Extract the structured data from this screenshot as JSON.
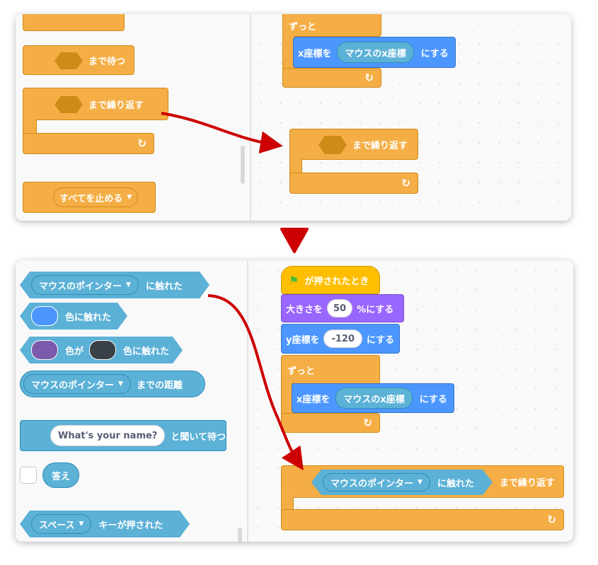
{
  "top_panel": {
    "palette": {
      "wait_until_label": "まで待つ",
      "repeat_until_label": "まで繰り返す",
      "stop_dropdown": "すべてを止める"
    },
    "script": {
      "forever_label": "ずっと",
      "set_x_label": "x座標を",
      "set_x_reporter": "マウスのx座標",
      "set_x_suffix": "にする",
      "repeat_until_label": "まで繰り返す"
    }
  },
  "bottom_panel": {
    "palette": {
      "touching_dropdown": "マウスのポインター",
      "touching_suffix": "に触れた",
      "touching_color_suffix": "色に触れた",
      "color_touching_mid": "色が",
      "color_touching_suffix": "色に触れた",
      "distance_dropdown": "マウスのポインター",
      "distance_suffix": "までの距離",
      "ask_input": "What's your name?",
      "ask_suffix": "と聞いて待つ",
      "answer_label": "答え",
      "key_dropdown": "スペース",
      "key_suffix": "キーが押された"
    },
    "script": {
      "when_flag_label": "が押されたとき",
      "set_size_label": "大きさを",
      "set_size_value": "50",
      "set_size_suffix": "%にする",
      "set_y_label": "y座標を",
      "set_y_value": "-120",
      "set_y_suffix": "にする",
      "forever_label": "ずっと",
      "set_x_label": "x座標を",
      "set_x_reporter": "マウスのx座標",
      "set_x_suffix": "にする",
      "repeat_condition_dropdown": "マウスのポインター",
      "repeat_condition_suffix": "に触れた",
      "repeat_until_label": "まで繰り返す"
    }
  },
  "colors": {
    "control": "#f5ae45",
    "sensing": "#5cb1d6",
    "looks": "#9966ff",
    "motion": "#4c97ff",
    "event": "#ffbf00",
    "arrow": "#cc0000",
    "color_swatch_blue": "#4c97ff",
    "color_swatch_purple": "#7a5aaa",
    "color_swatch_dark": "#3a4047"
  },
  "icons": {
    "loop_arrow": "rotate-arrow-icon",
    "dropdown": "caret-down-icon",
    "flag": "green-flag-icon"
  }
}
